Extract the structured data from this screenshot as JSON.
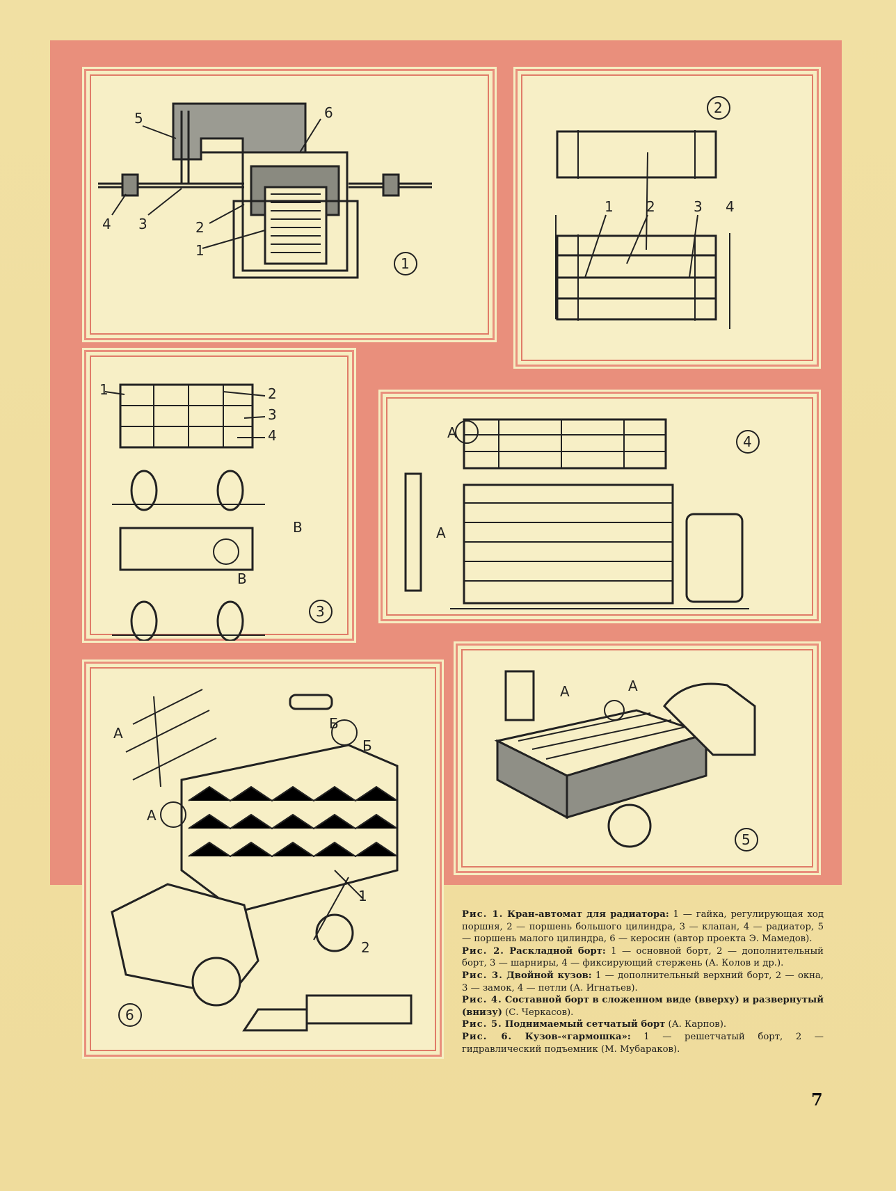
{
  "figures": {
    "fig1": {
      "number": "1",
      "callouts": [
        "5",
        "6",
        "4",
        "3",
        "2",
        "1"
      ]
    },
    "fig2": {
      "number": "2",
      "callouts": [
        "1",
        "2",
        "3",
        "4"
      ]
    },
    "fig3": {
      "number": "3",
      "callouts": [
        "1",
        "2",
        "3",
        "4",
        "В",
        "В"
      ]
    },
    "fig4": {
      "number": "4",
      "callouts": [
        "А",
        "А"
      ]
    },
    "fig5": {
      "number": "5",
      "callouts": [
        "А",
        "А"
      ]
    },
    "fig6": {
      "number": "6",
      "callouts": [
        "А",
        "А",
        "Б",
        "Б",
        "1",
        "2"
      ]
    }
  },
  "captions": [
    {
      "label": "Рис. 1.",
      "title": "Кран-автомат для радиатора:",
      "text": " 1 — гайка, регулирующая ход поршня, 2 — поршень большого цилиндра, 3 — клапан, 4 — радиатор, 5 — поршень малого цилиндра, 6 — керосин (автор проекта Э. Мамедов)."
    },
    {
      "label": "Рис. 2.",
      "title": "Раскладной борт:",
      "text": " 1 — основной борт, 2 — дополнительный борт, 3 — шарниры, 4 — фиксирующий стержень (А. Колов и др.)."
    },
    {
      "label": "Рис. 3.",
      "title": "Двойной кузов:",
      "text": " 1 — дополнительный верхний борт, 2 — окна, 3 — замок, 4 — петли (А. Игнатьев)."
    },
    {
      "label": "Рис. 4.",
      "title": "Составной борт в сложенном виде (вверху) и развернутый (внизу)",
      "text": " (С. Черкасов)."
    },
    {
      "label": "Рис. 5.",
      "title": "Поднимаемый сетчатый борт",
      "text": " (А. Карпов)."
    },
    {
      "label": "Рис. 6.",
      "title": "Кузов-«гармошка»:",
      "text": " 1 — решетчатый борт, 2 — гидравлический подъемник (М. Мубараков)."
    }
  ],
  "page_number": "7",
  "colors": {
    "paper": "#f3e3a8",
    "frame_red": "#e98f7c",
    "panel": "#f6eec2",
    "ink": "#222222"
  }
}
